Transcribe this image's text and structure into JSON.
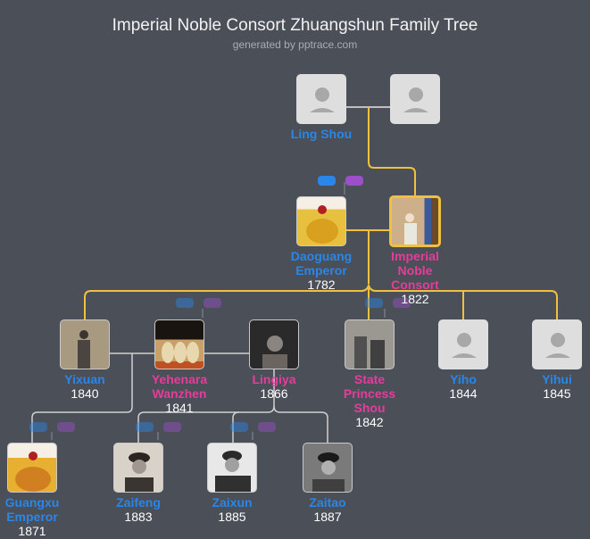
{
  "header": {
    "title": "Imperial Noble Consort Zhuangshun Family Tree",
    "subtitle": "generated by pptrace.com"
  },
  "colors": {
    "background": "#4a4f58",
    "male": "#2a86e8",
    "female": "#e63c9b",
    "highlight_line": "#f0c040",
    "line": "#d0d0d0",
    "badge_male": "#2a86e8",
    "badge_female": "#9b4fc9"
  },
  "people": {
    "ling_shou": {
      "name": "Ling Shou",
      "year": "",
      "gender": "male",
      "photo": "placeholder"
    },
    "ling_shou_spouse": {
      "name": "",
      "year": "",
      "gender": "female",
      "photo": "placeholder"
    },
    "daoguang": {
      "name": "Daoguang Emperor",
      "year": "1782",
      "gender": "male",
      "photo": "portrait"
    },
    "consort": {
      "name": "Imperial Noble Consort",
      "year": "1822",
      "gender": "female",
      "photo": "portrait",
      "highlighted": true
    },
    "yixuan": {
      "name": "Yixuan",
      "year": "1840",
      "gender": "male",
      "photo": "portrait"
    },
    "yehenara": {
      "name": "Yehenara Wanzhen",
      "year": "1841",
      "gender": "female",
      "photo": "portrait"
    },
    "lingiya": {
      "name": "Lingiya",
      "year": "1866",
      "gender": "female",
      "photo": "portrait"
    },
    "princess_shou": {
      "name": "State Princess Shou",
      "year": "1842",
      "gender": "female",
      "photo": "portrait"
    },
    "yiho": {
      "name": "Yiho",
      "year": "1844",
      "gender": "male",
      "photo": "placeholder"
    },
    "yihui": {
      "name": "Yihui",
      "year": "1845",
      "gender": "male",
      "photo": "placeholder"
    },
    "guangxu": {
      "name": "Guangxu Emperor",
      "year": "1871",
      "gender": "male",
      "photo": "portrait"
    },
    "zaifeng": {
      "name": "Zaifeng",
      "year": "1883",
      "gender": "male",
      "photo": "portrait"
    },
    "zaixun": {
      "name": "Zaixun",
      "year": "1885",
      "gender": "male",
      "photo": "portrait"
    },
    "zaitao": {
      "name": "Zaitao",
      "year": "1887",
      "gender": "male",
      "photo": "portrait"
    }
  },
  "icons": {
    "placeholder": "person-silhouette-icon",
    "expand_male": "male-children-toggle",
    "expand_female": "female-children-toggle"
  }
}
